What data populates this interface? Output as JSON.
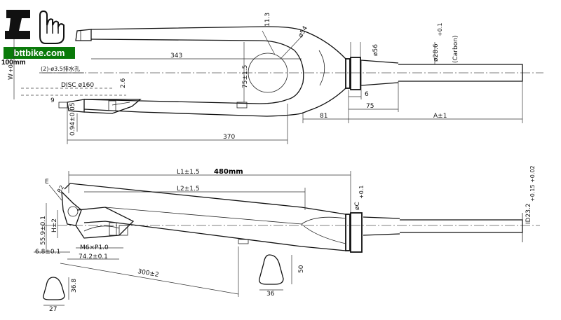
{
  "watermark": {
    "site": "bttbike.com",
    "steerer_note": "100mm"
  },
  "top_view": {
    "labels": {
      "d11_3": "11.3",
      "d54": "ø54",
      "d56": "ø56",
      "d28_6": "ø28.6",
      "d28_6_tol": "+0.1",
      "carbon": "(Carbon)",
      "d343": "343",
      "w": "W",
      "w_tol": "+0.5",
      "hole": "(2)-ø3.5排水孔",
      "d75_1_5": "75±1.5",
      "disc": "DISC ø160",
      "d2_6": "2.6",
      "d9": "9",
      "d6": "6",
      "d75": "75",
      "d94": "0.94±0.05",
      "d81": "81",
      "a_tol": "A±1",
      "d370": "370"
    }
  },
  "side_view": {
    "labels": {
      "l1": "L1±1.5",
      "total": "480mm",
      "l2": "L2±1.5",
      "e": "E",
      "r2": "R2",
      "c": "øC",
      "c_tol": "+0.1",
      "id": "ID23.2",
      "id_tol": "+0.15 +0.02",
      "d55_9": "55.9±0.1",
      "h": "H±2",
      "m6": "M6×P1.0",
      "d6_8": "6.8±0.1",
      "d74_2": "74.2±0.1",
      "d300": "300±2",
      "d50": "50",
      "d36": "36",
      "d36_8": "36.8",
      "d27": "27"
    }
  }
}
